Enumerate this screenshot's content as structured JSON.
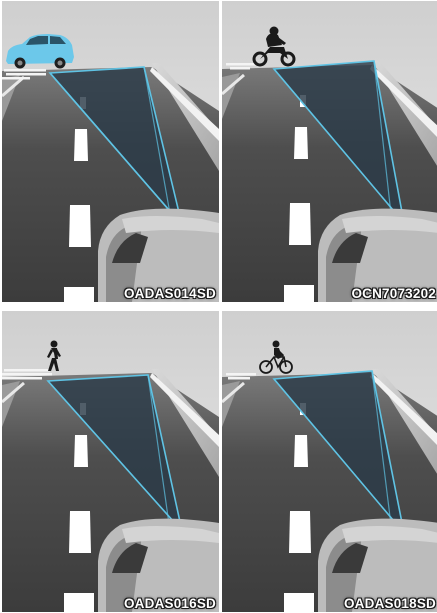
{
  "panels": [
    {
      "code": "OADAS014SD",
      "subject": "car-icon"
    },
    {
      "code": "OCN7073202",
      "subject": "motorcycle-icon"
    },
    {
      "code": "OADAS016SD",
      "subject": "pedestrian-icon"
    },
    {
      "code": "OADAS018SD",
      "subject": "bicycle-icon"
    }
  ],
  "colors": {
    "road": "#4a4a4a",
    "sky": "#d8d8d8",
    "sensor_zone_fill": "#2b3a48",
    "sensor_zone_stroke": "#5fc3e4",
    "subject_car": "#6cc8ea",
    "subject_silhouette": "#1a1a1a",
    "lane_mark": "#ffffff"
  }
}
